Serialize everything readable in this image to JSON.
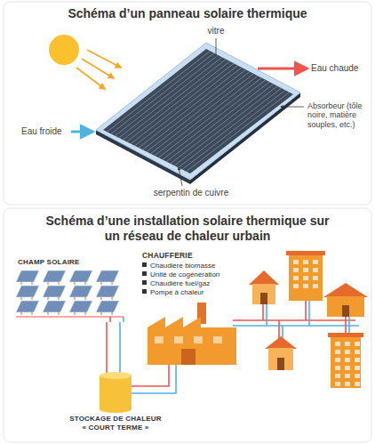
{
  "diagram": {
    "nodes": [
      {
        "text": [
          "Schéma d’un panneau solaire thermique"
        ]
      },
      {
        "text": [
          "Schéma d’une installation solaire thermique sur un réseau de chaleur urbain"
        ]
      },
      {
        "text": [
          "CHAMP SOLAIRE"
        ],
        "in": 1
      },
      {
        "text": [
          "CHAUFFERIE",
          "Chaudière biomasse",
          "Unité de cogénération",
          "Chaudière fuel/gaz",
          "Pompe à chaleur"
        ],
        "in": 1
      },
      {
        "text": [
          "STOCKAGE DE CHALEUR « COURT TERME »"
        ],
        "in": 1
      }
    ],
    "edges": [
      {
        "from": 2,
        "to": 4,
        "arrow": "none"
      },
      {
        "from": 4,
        "to": 3,
        "arrow": "none"
      }
    ],
    "labels": [
      "vitre",
      "Eau chaude",
      "Eau froide",
      "Absorbeur (tôle noire, matière souples, etc.)",
      "serpentin de cuivre"
    ]
  }
}
